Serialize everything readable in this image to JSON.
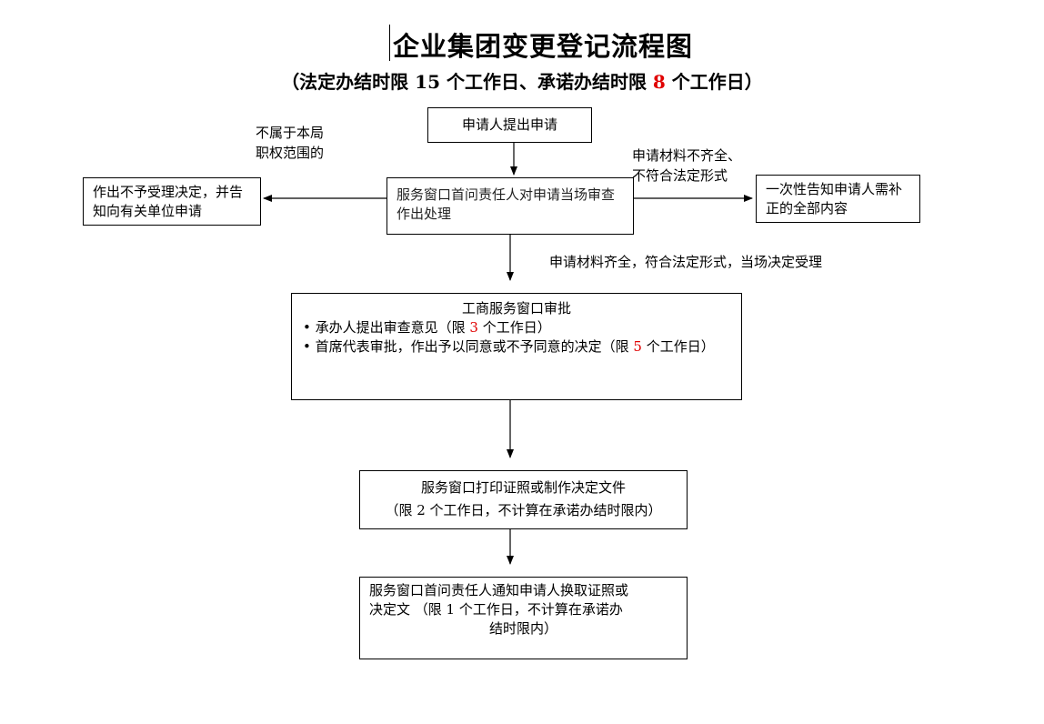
{
  "header": {
    "title": "企业集团变更登记流程图",
    "subtitle_pre": "（法定办结时限 15 个工作日、承诺办结时限 ",
    "subtitle_num": "8",
    "subtitle_post": " 个工作日）"
  },
  "nodes": {
    "apply": "申请人提出申请",
    "review": "服务窗口首问责任人对申请当场审查作出处理",
    "reject": "作出不予受理决定，并告知向有关单位申请",
    "notify": "一次性告知申请人需补正的全部内容",
    "approve": {
      "title": "工商服务窗口审批",
      "item1_pre": "• 承办人提出审查意见（限 ",
      "item1_num": "3",
      "item1_post": " 个工作日）",
      "item2_pre": "• 首席代表审批，作出予以同意或不予同意的决定（限 ",
      "item2_num": "5",
      "item2_post": " 个工作日）"
    },
    "print": {
      "line1": "服务窗口打印证照或制作决定文件",
      "line2": "（限 2 个工作日，不计算在承诺办结时限内）"
    },
    "final": {
      "line1": "服务窗口首问责任人通知申请人换取证照或",
      "line2": "决定文 （限 1 个工作日，不计算在承诺办",
      "line3": "结时限内）"
    }
  },
  "labels": {
    "not_scope_1": "不属于本局",
    "not_scope_2": "职权范围的",
    "incomplete_1": "申请材料不齐全、",
    "incomplete_2": "不符合法定形式",
    "complete": "申请材料齐全，符合法定形式，当场决定受理"
  },
  "colors": {
    "highlight": "#e00000",
    "line": "#000000"
  }
}
